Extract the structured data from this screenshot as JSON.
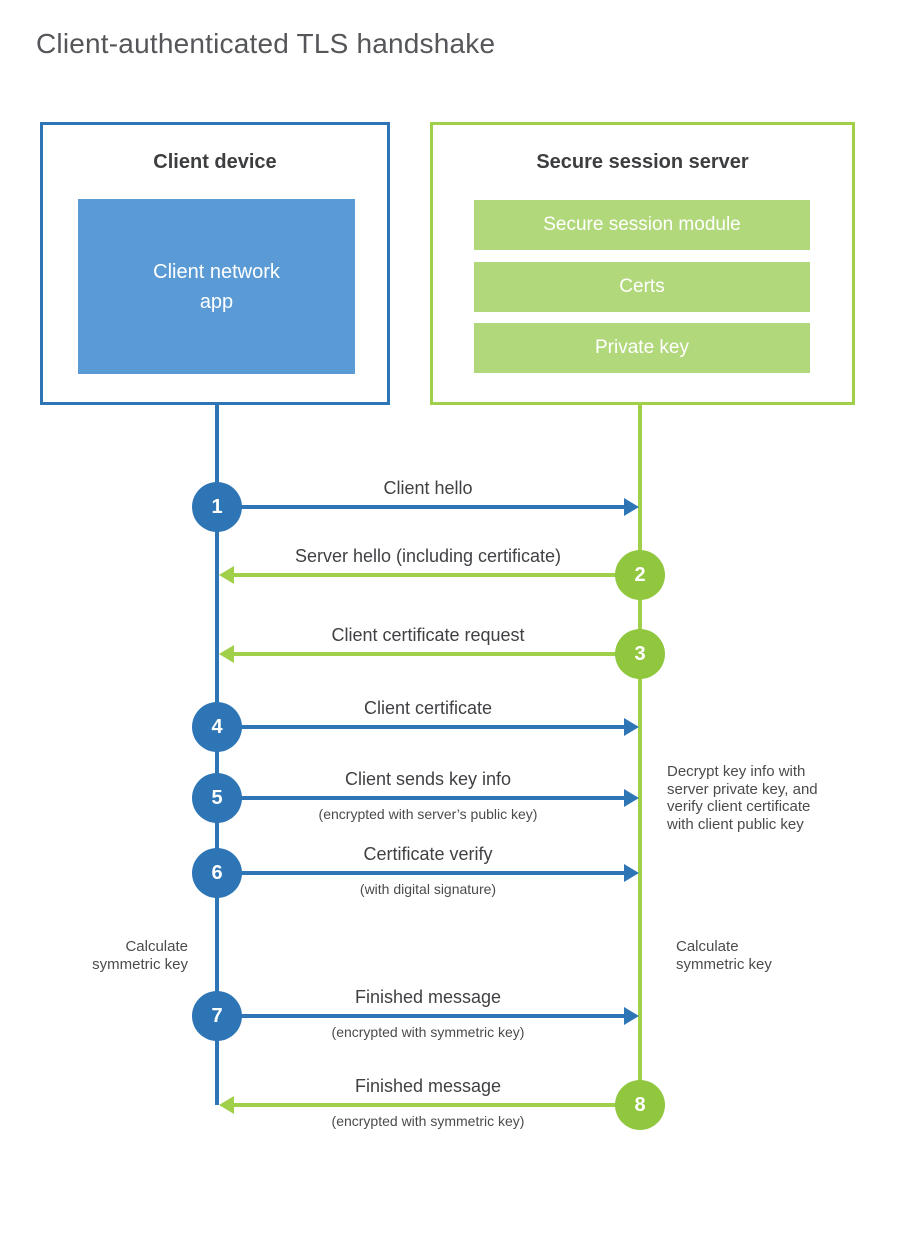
{
  "page_title": "Client-authenticated TLS handshake",
  "colors": {
    "blue": "#2e75b6",
    "blue_fill": "#5b9bd5",
    "green": "#a0cf4a",
    "green_circle": "#90c73e",
    "green_fill": "#b2d87c",
    "title_text": "#55565a",
    "label_text": "#404144"
  },
  "client_box": {
    "title": "Client device",
    "app": "Client network\napp"
  },
  "server_box": {
    "title": "Secure session server",
    "modules": [
      "Secure session module",
      "Certs",
      "Private key"
    ]
  },
  "steps": [
    {
      "num": "1",
      "from": "client",
      "label": "Client hello"
    },
    {
      "num": "2",
      "from": "server",
      "label": "Server hello (including certificate)"
    },
    {
      "num": "3",
      "from": "server",
      "label": "Client certificate request"
    },
    {
      "num": "4",
      "from": "client",
      "label": "Client certificate"
    },
    {
      "num": "5",
      "from": "client",
      "label": "Client sends key info",
      "sub": "(encrypted with server’s public key)"
    },
    {
      "num": "6",
      "from": "client",
      "label": "Certificate verify",
      "sub": "(with digital signature)"
    },
    {
      "num": "7",
      "from": "client",
      "label": "Finished message",
      "sub": "(encrypted with symmetric key)"
    },
    {
      "num": "8",
      "from": "server",
      "label": "Finished message",
      "sub": "(encrypted with symmetric key)"
    }
  ],
  "notes": {
    "decrypt": "Decrypt key info with\nserver private key, and\nverify client certificate\nwith client public key",
    "calc_client": "Calculate\nsymmetric key",
    "calc_server": "Calculate\nsymmetric key"
  }
}
